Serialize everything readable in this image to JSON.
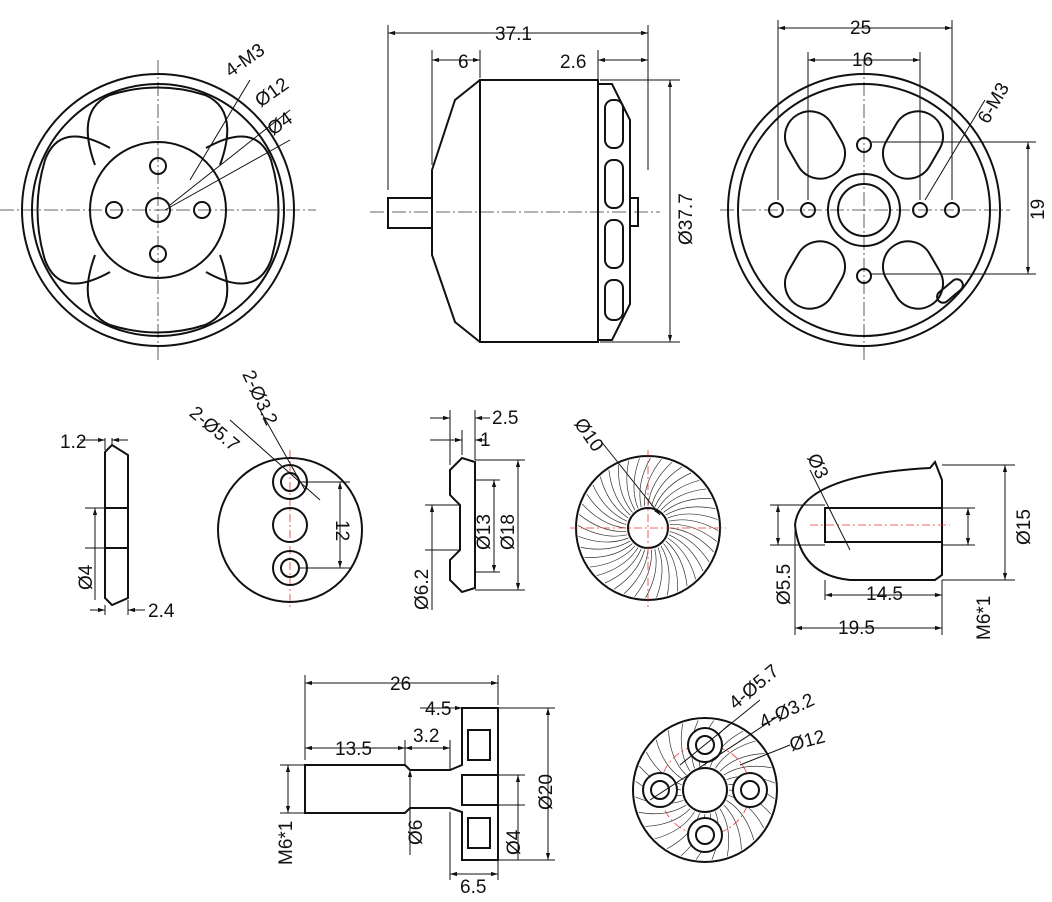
{
  "front_view": {
    "holes": "4-M3",
    "d_outer": "Ø12",
    "d_inner": "Ø4"
  },
  "side_view": {
    "length": "37.1",
    "front": "6",
    "back": "2.6",
    "diameter": "Ø37.7"
  },
  "rear_view": {
    "width": "25",
    "spacing": "16",
    "holes": "6-M3",
    "height": "19"
  },
  "washer": {
    "thickness": "1.2",
    "bore": "Ø4",
    "width": "2.4"
  },
  "plate": {
    "small_holes": "2-Ø3.2",
    "large_holes": "2-Ø5.7",
    "spacing": "12"
  },
  "collet": {
    "total": "2.5",
    "step": "1",
    "d_mid": "Ø13",
    "d_outer": "Ø18",
    "d_bore": "Ø6.2"
  },
  "disc": {
    "bore": "Ø10"
  },
  "spinner": {
    "tip": "Ø3",
    "d_outer": "Ø15",
    "d_bore": "Ø5.5",
    "thread_len": "14.5",
    "length": "19.5",
    "thread": "M6*1"
  },
  "shaft_adapter": {
    "length": "26",
    "flange": "4.5",
    "thread_len": "13.5",
    "step": "3.2",
    "thread": "M6*1",
    "shaft": "Ø6",
    "bore": "Ø4",
    "flange_d": "Ø20",
    "hub": "6.5"
  },
  "prop_adapter": {
    "large_holes": "4-Ø5.7",
    "small_holes": "4-Ø3.2",
    "pcd": "Ø12"
  }
}
